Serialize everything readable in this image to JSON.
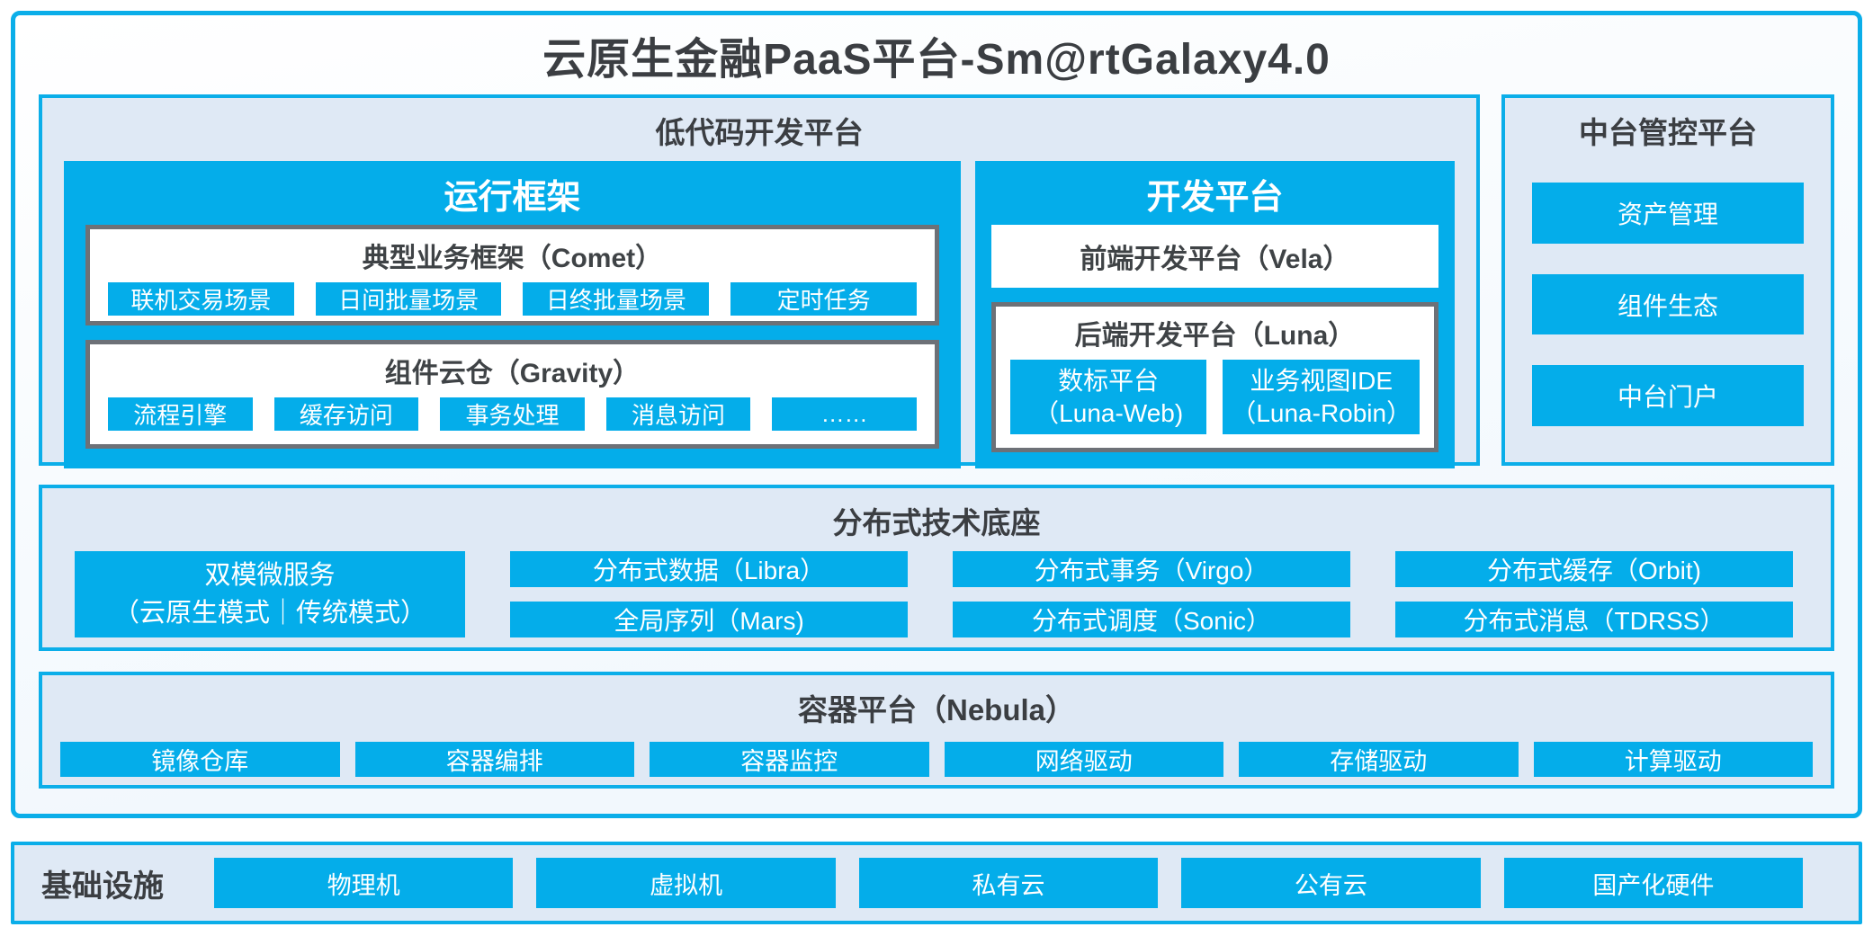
{
  "title": "云原生金融PaaS平台-Sm@rtGalaxy4.0",
  "colors": {
    "accent_blue": "#04adea",
    "border_blue": "#0baee9",
    "panel_bg": "#dfe9f5",
    "box_border_gray": "#6d7177",
    "text_dark": "#3b3e42",
    "text_white": "#ffffff"
  },
  "lowcode": {
    "title": "低代码开发平台",
    "runtime": {
      "title": "运行框架",
      "comet": {
        "title": "典型业务框架（Comet）",
        "items": [
          "联机交易场景",
          "日间批量场景",
          "日终批量场景",
          "定时任务"
        ]
      },
      "gravity": {
        "title": "组件云仓（Gravity）",
        "items": [
          "流程引擎",
          "缓存访问",
          "事务处理",
          "消息访问",
          "……"
        ]
      }
    },
    "dev": {
      "title": "开发平台",
      "vela": "前端开发平台（Vela）",
      "luna": {
        "title": "后端开发平台（Luna）",
        "items": [
          {
            "line1": "数标平台",
            "line2": "（Luna-Web)"
          },
          {
            "line1": "业务视图IDE",
            "line2": "（Luna-Robin）"
          }
        ]
      }
    }
  },
  "midplat": {
    "title": "中台管控平台",
    "items": [
      "资产管理",
      "组件生态",
      "中台门户"
    ]
  },
  "dist": {
    "title": "分布式技术底座",
    "dual": {
      "line1": "双模微服务",
      "line2": "（云原生模式｜传统模式）"
    },
    "grid": [
      [
        "分布式数据（Libra）",
        "分布式事务（Virgo）",
        "分布式缓存（Orbit)"
      ],
      [
        "全局序列（Mars)",
        "分布式调度（Sonic）",
        "分布式消息（TDRSS）"
      ]
    ]
  },
  "container": {
    "title": "容器平台（Nebula）",
    "items": [
      "镜像仓库",
      "容器编排",
      "容器监控",
      "网络驱动",
      "存储驱动",
      "计算驱动"
    ]
  },
  "infra": {
    "title": "基础设施",
    "items": [
      "物理机",
      "虚拟机",
      "私有云",
      "公有云",
      "国产化硬件"
    ]
  }
}
